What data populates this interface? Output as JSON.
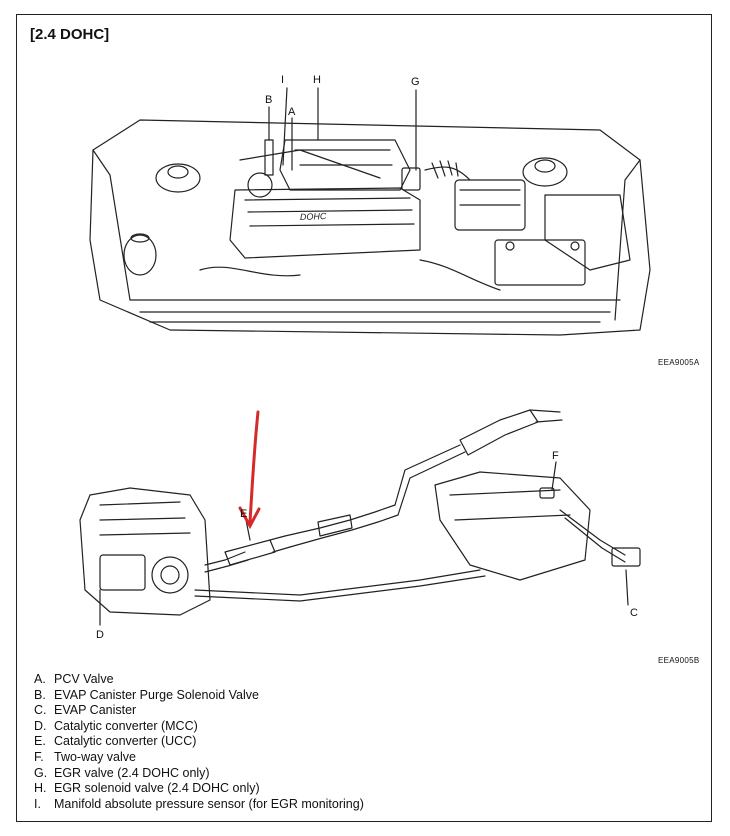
{
  "title": "[2.4 DOHC]",
  "figure_codes": {
    "top": "EEA9005A",
    "bottom": "EEA9005B"
  },
  "callouts": {
    "top": [
      "I",
      "H",
      "B",
      "A",
      "G"
    ],
    "bottom": [
      "F",
      "E",
      "D",
      "C"
    ]
  },
  "legend": [
    {
      "key": "A.",
      "text": "PCV Valve"
    },
    {
      "key": "B.",
      "text": "EVAP Canister Purge Solenoid Valve"
    },
    {
      "key": "C.",
      "text": "EVAP Canister"
    },
    {
      "key": "D.",
      "text": "Catalytic converter (MCC)"
    },
    {
      "key": "E.",
      "text": "Catalytic converter (UCC)"
    },
    {
      "key": "F.",
      "text": "Two-way valve"
    },
    {
      "key": "G.",
      "text": "EGR valve (2.4 DOHC only)"
    },
    {
      "key": "H.",
      "text": "EGR solenoid valve (2.4 DOHC only)"
    },
    {
      "key": "I.",
      "text": "Manifold absolute pressure sensor (for EGR monitoring)"
    }
  ],
  "colors": {
    "line": "#222222",
    "annotation_arrow": "#d42a2a"
  }
}
